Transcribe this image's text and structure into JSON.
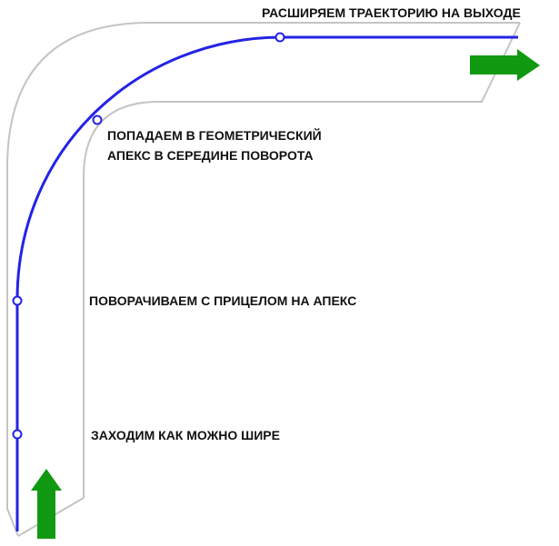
{
  "labels": {
    "exit": "РАСШИРЯЕМ ТРАЕКТОРИЮ НА ВЫХОДЕ",
    "apex_line1": "ПОПАДАЕМ В ГЕОМЕТРИЧЕСКИЙ",
    "apex_line2": "АПЕКС В СЕРЕДИНЕ ПОВОРОТА",
    "turn_in": "ПОВОРАЧИВАЕМ С ПРИЦЕЛОМ НА АПЕКС",
    "entry": "ЗАХОДИМ КАК МОЖНО ШИРЕ"
  },
  "colors": {
    "road_edge": "#c4c4c4",
    "racing_line": "#2323e6",
    "arrow": "#119a11",
    "text": "#111111"
  }
}
